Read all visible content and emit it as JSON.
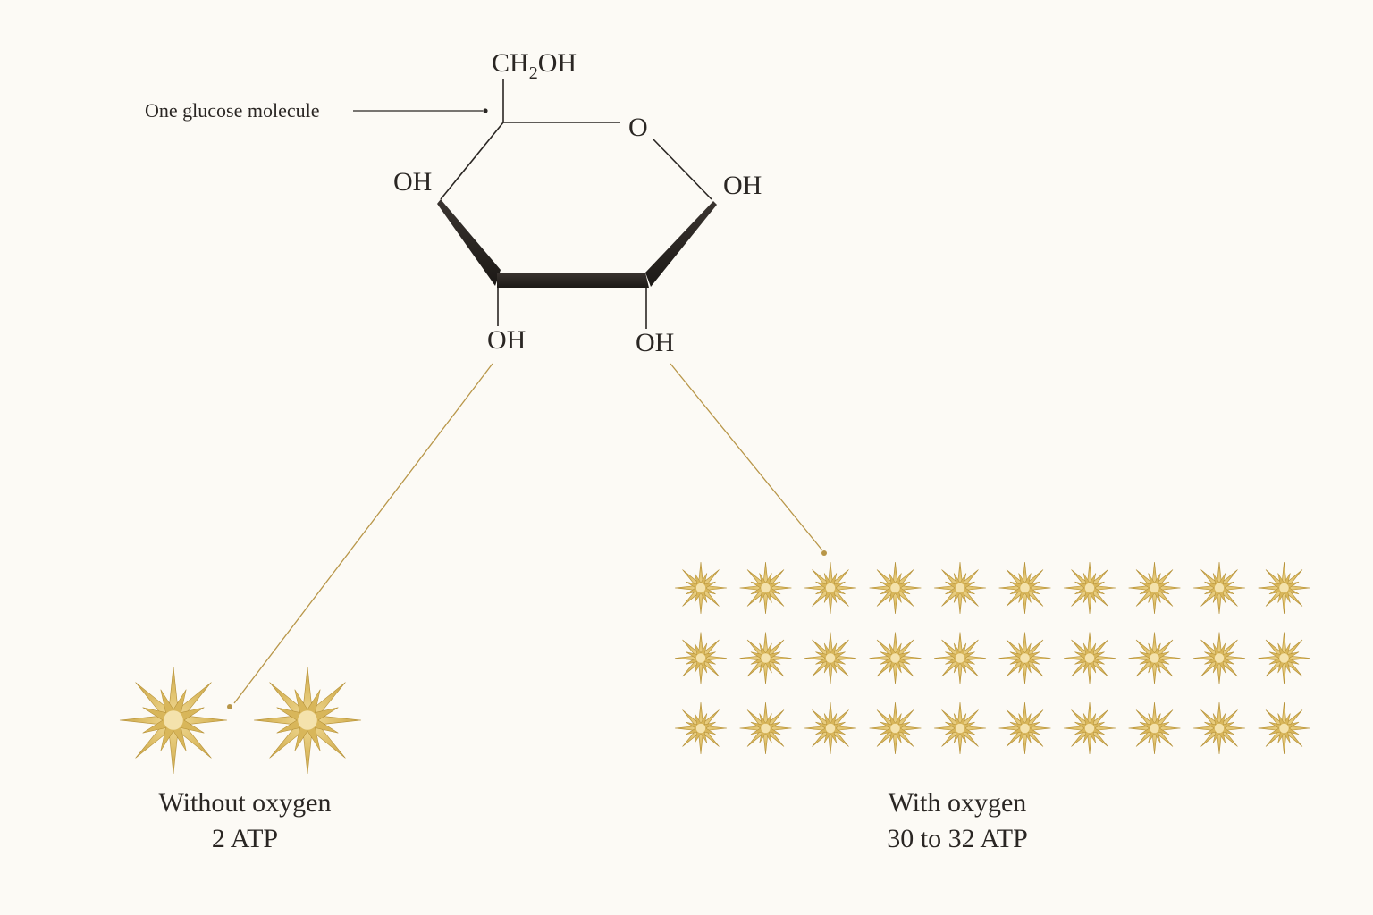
{
  "glucose": {
    "callout_label": "One glucose molecule",
    "top_group_main": "CH",
    "top_group_sub": "2",
    "top_group_tail": "OH",
    "ring_oxygen": "O",
    "oh_left": "OH",
    "oh_right": "OH",
    "oh_bottom_left": "OH",
    "oh_bottom_right": "OH"
  },
  "without_oxygen": {
    "title": "Without oxygen",
    "yield": "2 ATP",
    "atp_count": 2
  },
  "with_oxygen": {
    "title": "With oxygen",
    "yield": "30 to 32 ATP",
    "atp_icons_shown": 30,
    "rows": 3,
    "per_row": 10
  },
  "colors": {
    "background": "#fcfaf5",
    "ink": "#2a2623",
    "gold": "#d8b65a",
    "gold_dark": "#b48f35",
    "connector": "#b89648"
  },
  "icons": {
    "atp": "starburst-icon"
  }
}
